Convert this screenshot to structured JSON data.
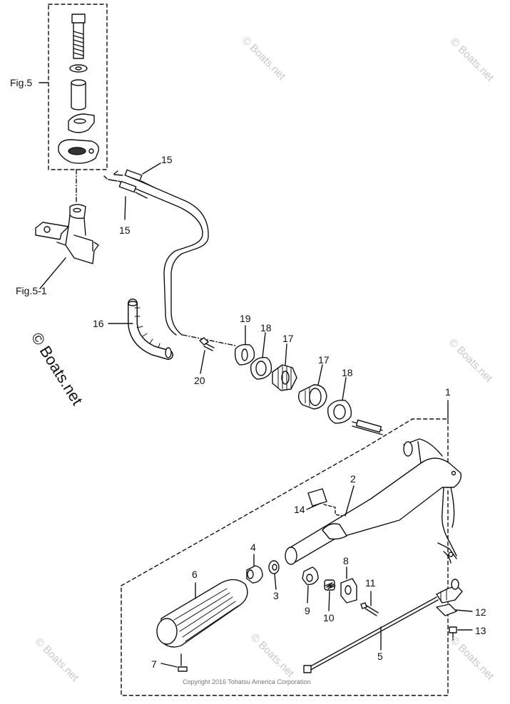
{
  "figure": {
    "fig_main": "Fig.5",
    "fig_sub": "Fig.5-1",
    "copyright": "Copyright 2016 Tohatsu America Corporation",
    "watermark_large": "© Boats.net",
    "watermark_small": "© Boats.net"
  },
  "callouts": {
    "c1": "1",
    "c2": "2",
    "c3": "3",
    "c4": "4",
    "c5": "5",
    "c6": "6",
    "c7": "7",
    "c8": "8",
    "c9": "9",
    "c10": "10",
    "c11": "11",
    "c12": "12",
    "c13": "13",
    "c14": "14",
    "c15a": "15",
    "c15b": "15",
    "c16": "16",
    "c17a": "17",
    "c17b": "17",
    "c18a": "18",
    "c18b": "18",
    "c19": "19",
    "c20": "20"
  }
}
